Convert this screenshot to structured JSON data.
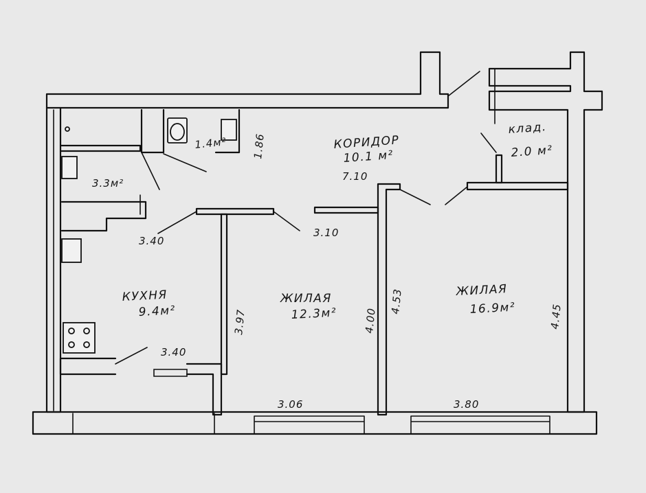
{
  "rooms": {
    "corridor": {
      "name": "КОРИДОР",
      "area": "10.1 м²"
    },
    "storage": {
      "name": "клад.",
      "area": "2.0 м²"
    },
    "bathroom_small": {
      "area": "1.4м²"
    },
    "bathroom": {
      "area": "3.3м²"
    },
    "kitchen": {
      "name": "КУХНЯ",
      "area": "9.4м²"
    },
    "living1": {
      "name": "ЖИЛАЯ",
      "area": "12.3м²"
    },
    "living2": {
      "name": "ЖИЛАЯ",
      "area": "16.9м²"
    }
  },
  "dimensions": {
    "d_186": "1.86",
    "d_710": "7.10",
    "d_310": "3.10",
    "d_340a": "3.40",
    "d_340b": "3.40",
    "d_397": "3.97",
    "d_400": "4.00",
    "d_453": "4.53",
    "d_445": "4.45",
    "d_306": "3.06",
    "d_380": "3.80"
  }
}
